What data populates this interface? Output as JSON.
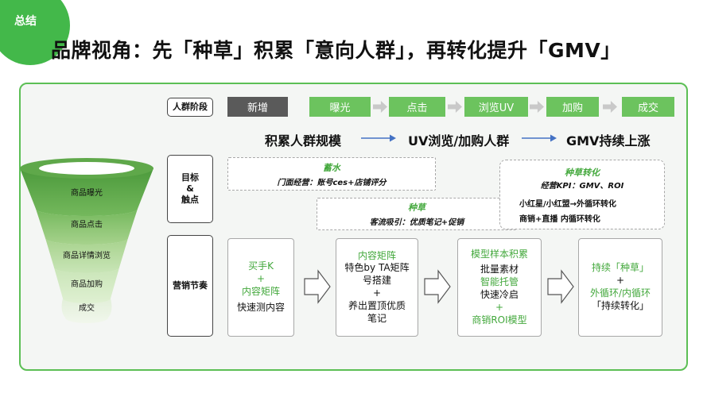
{
  "header": {
    "badge": "总结",
    "title": "品牌视角：先「种草」积累「意向人群」，再转化提升「GMV」"
  },
  "stage_row": {
    "label": "人群阶段",
    "new": "新增",
    "stages": [
      "曝光",
      "点击",
      "浏览UV",
      "加购",
      "成交"
    ]
  },
  "flow": [
    "积累人群规模",
    "UV浏览/加购人群",
    "GMV持续上涨"
  ],
  "goals": {
    "label_line1": "目标",
    "label_line2": "&",
    "label_line3": "触点",
    "xushui_title": "蓄水",
    "xushui_text": "门面经营：账号ces+店铺评分",
    "zhongcao_title": "种草",
    "zhongcao_text": "客流吸引：优质笔记+促销",
    "convert_title": "种草转化",
    "convert_kpi": "经营KPI：GMV、ROI",
    "convert_line1": "小红星/小红盟→外循环转化",
    "convert_line2": "商销+直播 内循环转化"
  },
  "marketing": {
    "label": "营销节奏",
    "box1": {
      "l1": "买手K",
      "l2": "+",
      "l3": "内容矩阵",
      "l4": "快速测内容"
    },
    "box2": {
      "l1": "内容矩阵",
      "l2": "特色by TA矩阵",
      "l3": "号搭建",
      "l4": "+",
      "l5": "养出置顶优质",
      "l6": "笔记"
    },
    "box3": {
      "l1": "模型样本积累",
      "l2": "批量素材",
      "l3": "智能托管",
      "l4": "快速冷启",
      "l5": "+",
      "l6": "商销ROI模型"
    },
    "box4": {
      "l1": "持续「种草」",
      "l2": "+",
      "l3": "外循环/内循环",
      "l4": "「持续转化」"
    }
  },
  "funnel": {
    "levels": [
      "商品曝光",
      "商品点击",
      "商品详情浏览",
      "商品加购",
      "成交"
    ]
  },
  "colors": {
    "accent_green": "#43b84a",
    "stage_green": "#6cc35e",
    "stage_gray": "#5a5a5a",
    "text_green": "#43a83c",
    "flow_arrow_blue": "#4472c4"
  }
}
